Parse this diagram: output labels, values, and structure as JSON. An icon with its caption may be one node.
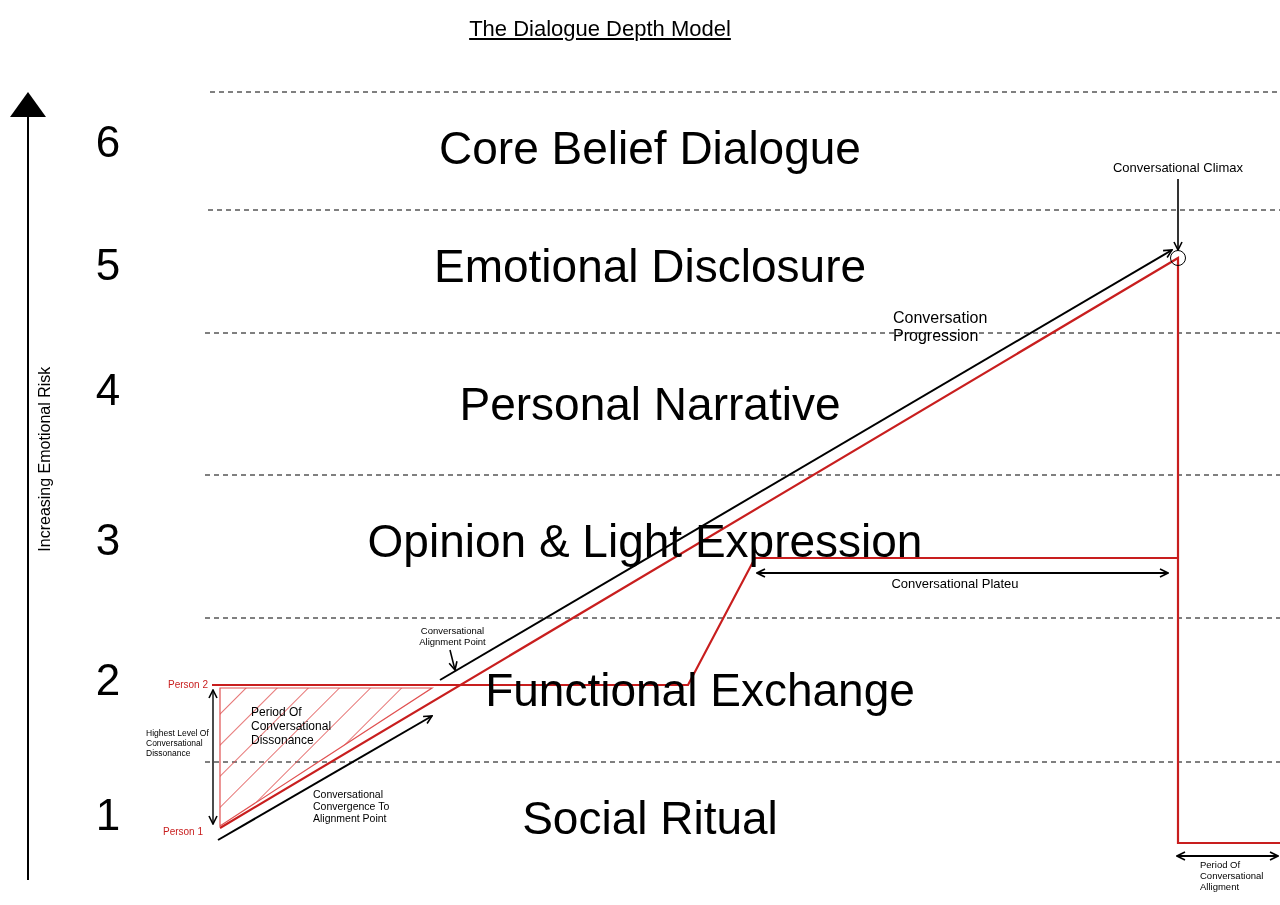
{
  "diagram": {
    "title": "The Dialogue Depth Model",
    "nodes": [
      {
        "text": [
          "Conversational Climax"
        ]
      },
      {
        "text": [],
        "shape": "circle"
      },
      {
        "text": [
          "Conversational Alignment Point"
        ]
      }
    ],
    "edges": [
      {
        "from": 0,
        "to": 1,
        "arrow": "to"
      },
      {
        "from": 2,
        "to": null,
        "arrow": "to"
      }
    ],
    "labels": [
      "Increasing Emotional Risk",
      "6",
      "Core Belief Dialogue",
      "5",
      "Emotional Disclosure",
      "4",
      "Personal Narrative",
      "3",
      "Opinion & Light Expression",
      "2",
      "Functional Exchange",
      "1",
      "Social Ritual",
      "Conversation Progression",
      "Conversational Plateu",
      "Person 2",
      "Highest Level Of Conversational Dissonance",
      "Period Of Conversational Dissonance",
      "Person 1",
      "Conversational Convergence To Alignment Point",
      "Period Of Conversational Alligment"
    ]
  }
}
